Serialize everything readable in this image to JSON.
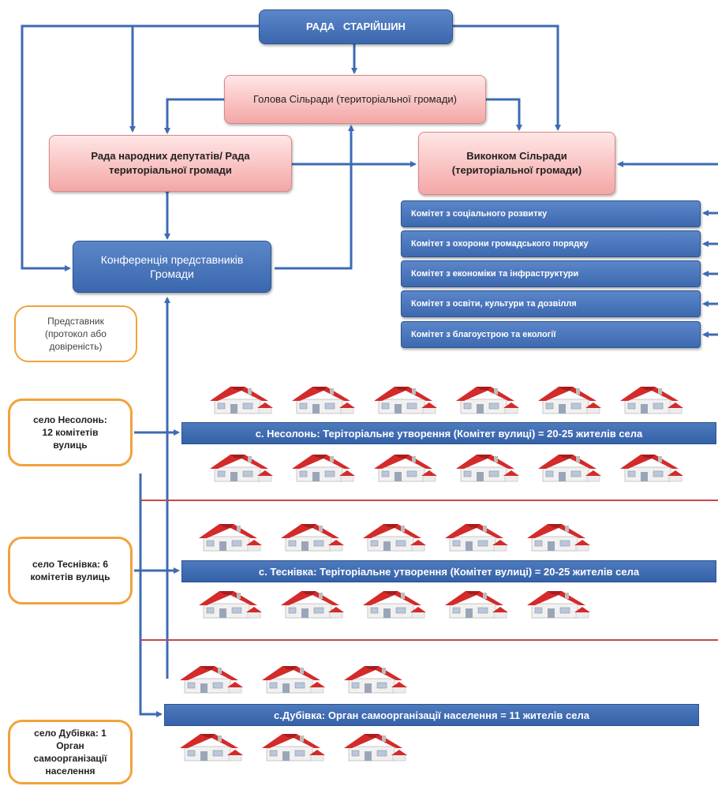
{
  "council_of_elders": "РАДА   СТАРІЙШИН",
  "head": "Голова Сільради (територіальної громади)",
  "council": "Рада народних депутатів/ Рада територіальної громади",
  "executive": "Виконком Сільради (територіальної громади)",
  "conference": "Конференція представників Громади",
  "committees": [
    "Комітет з соціального розвитку",
    "Комітет з охорони громадського порядку",
    "Комітет з економіки та інфраструктури",
    "Комітет з освіти, культури та дозвілля",
    "Комітет з благоустрою та екології"
  ],
  "representatives": "Представник (протокол або довіреність)",
  "villages": [
    {
      "label": "село Несолонь: 12 комітетів вулиць",
      "strip": "с. Несолонь: Теріторіальне утворення (Комітет вулиці) = 20-25 жителів села"
    },
    {
      "label": "село Теснівка: 6 комітетів вулиць",
      "strip": "с. Теснівка: Теріторіальне утворення (Комітет вулиці) = 20-25 жителів села"
    },
    {
      "label": "село Дубівка: 1 Орган самоорганізації населення",
      "strip": "с.Дубівка: Орган самоорганізації населення = 11 жителів села"
    }
  ],
  "colors": {
    "blue": "#3b67ae",
    "pink": "#f4a6a6",
    "orange": "#f2a23c",
    "separator": "#c74848",
    "house_roof": "#d42a2a"
  }
}
